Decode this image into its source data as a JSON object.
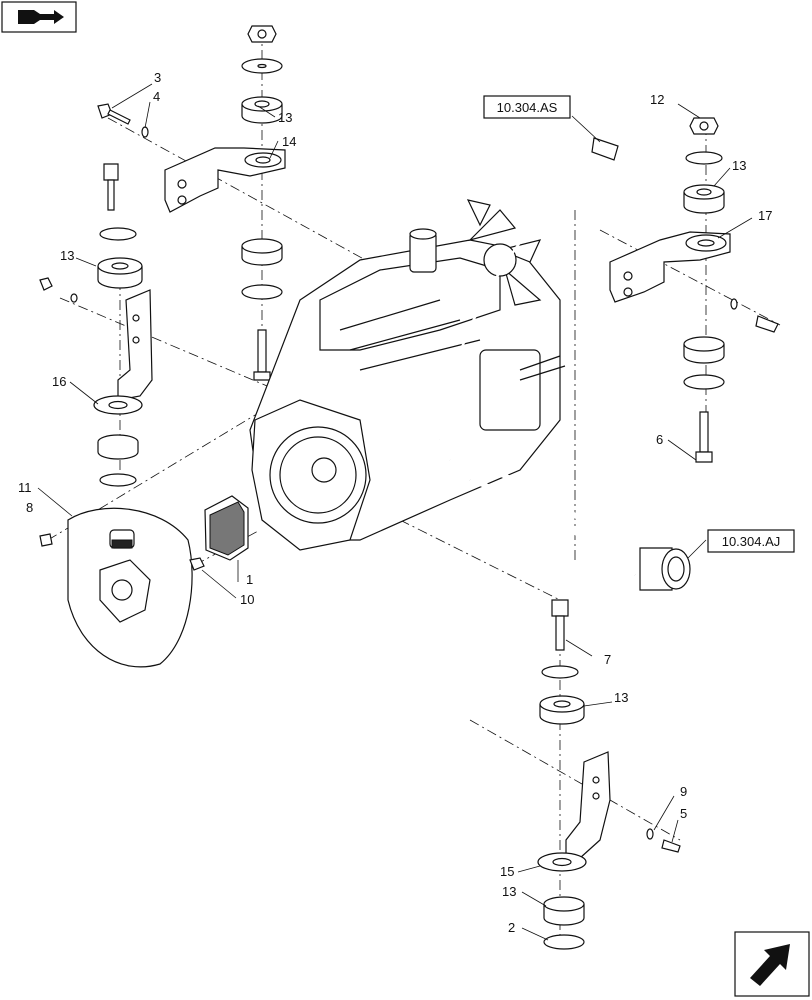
{
  "callouts": {
    "c1": "1",
    "c2": "2",
    "c3": "3",
    "c4": "4",
    "c5": "5",
    "c6": "6",
    "c7": "7",
    "c8": "8",
    "c9": "9",
    "c10": "10",
    "c11": "11",
    "c12": "12",
    "c13": "13",
    "c14": "14",
    "c15": "15",
    "c16": "16",
    "c17": "17"
  },
  "references": {
    "top": "10.304.AS",
    "right": "10.304.AJ"
  },
  "icons": {
    "top_left": "book-arrow-icon",
    "bottom_right": "next-page-arrow-icon"
  }
}
